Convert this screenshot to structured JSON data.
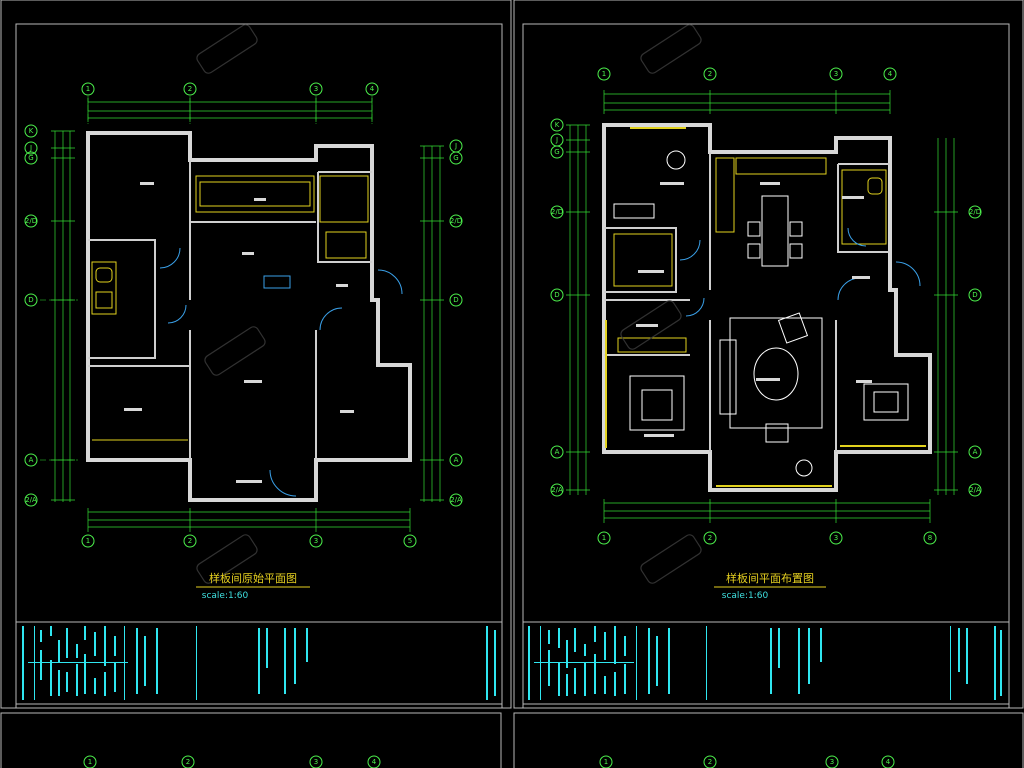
{
  "sheets": [
    {
      "title": "样板间原始平面图",
      "scale": "scale:1:60",
      "grid_top": [
        "1",
        "2",
        "3",
        "4"
      ],
      "grid_bottom": [
        "1",
        "2",
        "3",
        "5"
      ],
      "grid_left": [
        "K",
        "J",
        "G",
        "2/D",
        "D",
        "A",
        "2/A"
      ],
      "grid_right": [
        "J",
        "G",
        "2/D",
        "D",
        "A",
        "2/A"
      ]
    },
    {
      "title": "样板间平面布置图",
      "scale": "scale:1:60",
      "grid_top": [
        "1",
        "2",
        "3",
        "4"
      ],
      "grid_bottom": [
        "1",
        "2",
        "3",
        "8"
      ],
      "grid_left": [
        "K",
        "J",
        "G",
        "2/D",
        "D",
        "A",
        "2/A"
      ],
      "grid_right": [
        "2/D",
        "D",
        "A",
        "2/A"
      ]
    }
  ],
  "lower_sheets": [
    {
      "grid_top": [
        "1",
        "2",
        "3",
        "4"
      ]
    },
    {
      "grid_top": [
        "1",
        "2",
        "3",
        "4"
      ]
    }
  ],
  "colors": {
    "background": "#000000",
    "frame": "#b8b8b8",
    "wall": "#d8d8d8",
    "dimension": "#33dd33",
    "grid_bubble": "#4cf04c",
    "fixture": "#e2d21e",
    "furniture": "#ffffff",
    "title": "#e6d020",
    "scale": "#3fe0e0",
    "title_block": "#2fe6f0",
    "watermark": "#3a3a3a"
  }
}
